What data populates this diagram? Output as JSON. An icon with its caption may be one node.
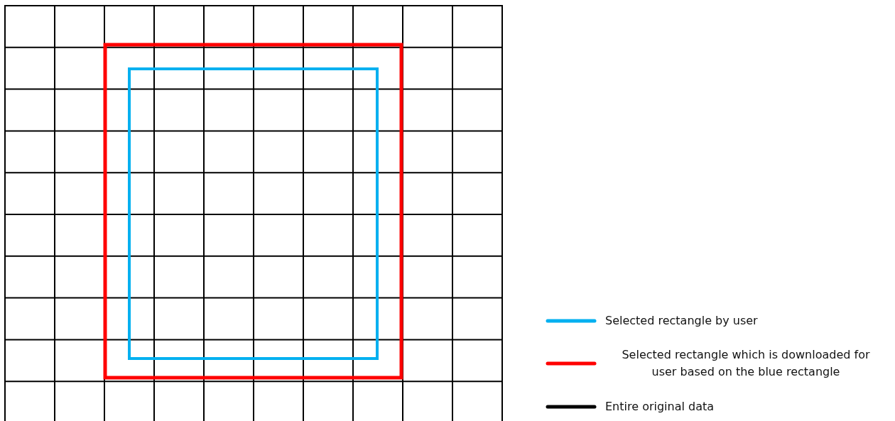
{
  "diagram": {
    "legend": [
      {
        "text": "Selected rectangle by user"
      },
      {
        "text": "Selected rectangle which is downloaded for user based on the blue rectangle"
      },
      {
        "text": "Entire original data"
      }
    ]
  }
}
